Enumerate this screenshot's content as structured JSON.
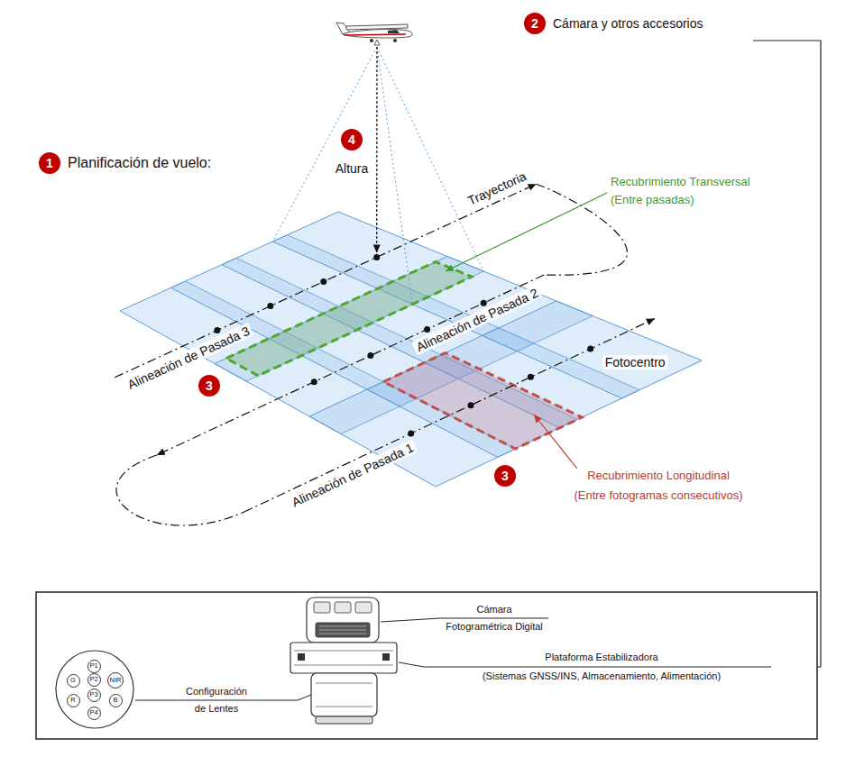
{
  "diagram": {
    "nodes": [
      {
        "text": [
          "P1"
        ]
      },
      {
        "text": [
          "G"
        ]
      },
      {
        "text": [
          "P2"
        ]
      },
      {
        "text": [
          "NIR"
        ]
      },
      {
        "text": [
          "R"
        ]
      },
      {
        "text": [
          "P3"
        ]
      },
      {
        "text": [
          "B"
        ]
      },
      {
        "text": [
          "P4"
        ]
      }
    ],
    "labels": [
      "1",
      "Planificación de vuelo:",
      "2",
      "Cámara y otros accesorios",
      "4",
      "Altura",
      "Trayectoria",
      "Recubrimiento Transversal",
      "(Entre pasadas)",
      "Alineación de Pasada 3",
      "Alineación de Pasada 2",
      "Fotocentro",
      "3",
      "Alineación de Pasada 1",
      "3",
      "Recubrimiento Longitudinal",
      "(Entre fotogramas consecutivos)",
      "Cámara",
      "Fotogramétrica Digital",
      "Plataforma Estabilizadora",
      "(Sistemas GNSS/INS, Almacenamiento, Alimentación)",
      "Configuración",
      "de Lentes"
    ]
  }
}
